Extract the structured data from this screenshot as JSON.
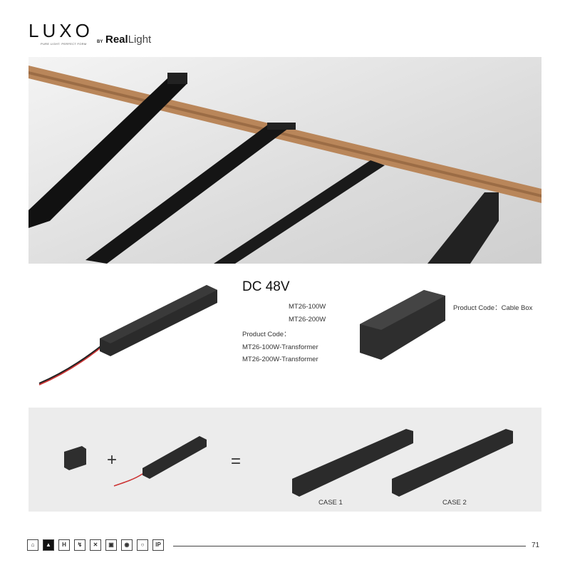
{
  "header": {
    "logo": "LUXO",
    "tagline": "PURE LIGHT. PERFECT FORM",
    "by": "BY",
    "brand_a": "Real",
    "brand_b": "ight",
    "brand_mid": "L"
  },
  "spec": {
    "voltage": "DC 48V",
    "models": [
      "MT26-100W",
      "MT26-200W"
    ],
    "transformer_code_label": "Product Code：",
    "transformer_codes": [
      "MT26-100W-Transformer",
      "MT26-200W-Transformer"
    ],
    "cable_box_label": "Product Code：Cable Box"
  },
  "combo": {
    "plus": "+",
    "equals": "=",
    "cases": [
      "CASE 1",
      "CASE 2"
    ]
  },
  "footer": {
    "icons": [
      "recessed-icon",
      "ceiling-icon",
      "heat-icon",
      "driver-icon",
      "no-cover-icon",
      "dimmable-icon",
      "eye-comfort-icon",
      "person-icon",
      "ip-rating-icon"
    ],
    "ip_label": "IP",
    "page_number": "71"
  },
  "colors": {
    "product": "#2b2b2b",
    "wood": "#b9865a",
    "panel": "#ececec"
  }
}
